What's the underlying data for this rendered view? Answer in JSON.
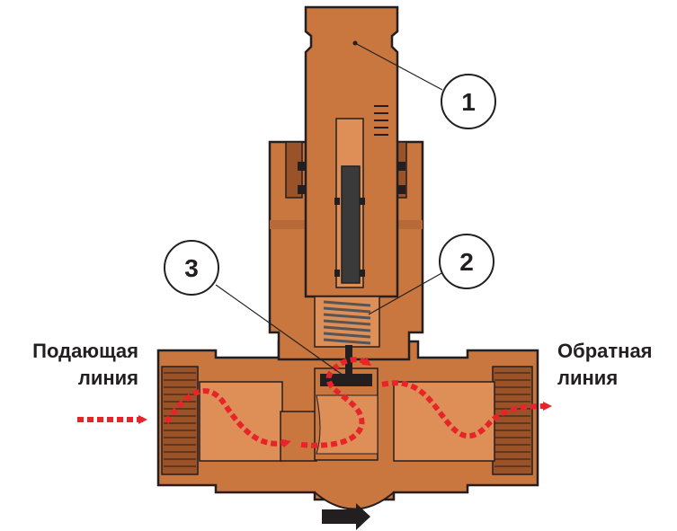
{
  "labels": {
    "supply_line": [
      "Подающая",
      "линия"
    ],
    "return_line": [
      "Обратная",
      "линия"
    ]
  },
  "callouts": [
    "1",
    "2",
    "3"
  ],
  "colors": {
    "copper": "#c9763f",
    "copper_dark": "#9a5228",
    "copper_light": "#dd8f57",
    "outline": "#231f20",
    "flow_arrow": "#e8242a",
    "direction_arrow": "#231f20"
  }
}
